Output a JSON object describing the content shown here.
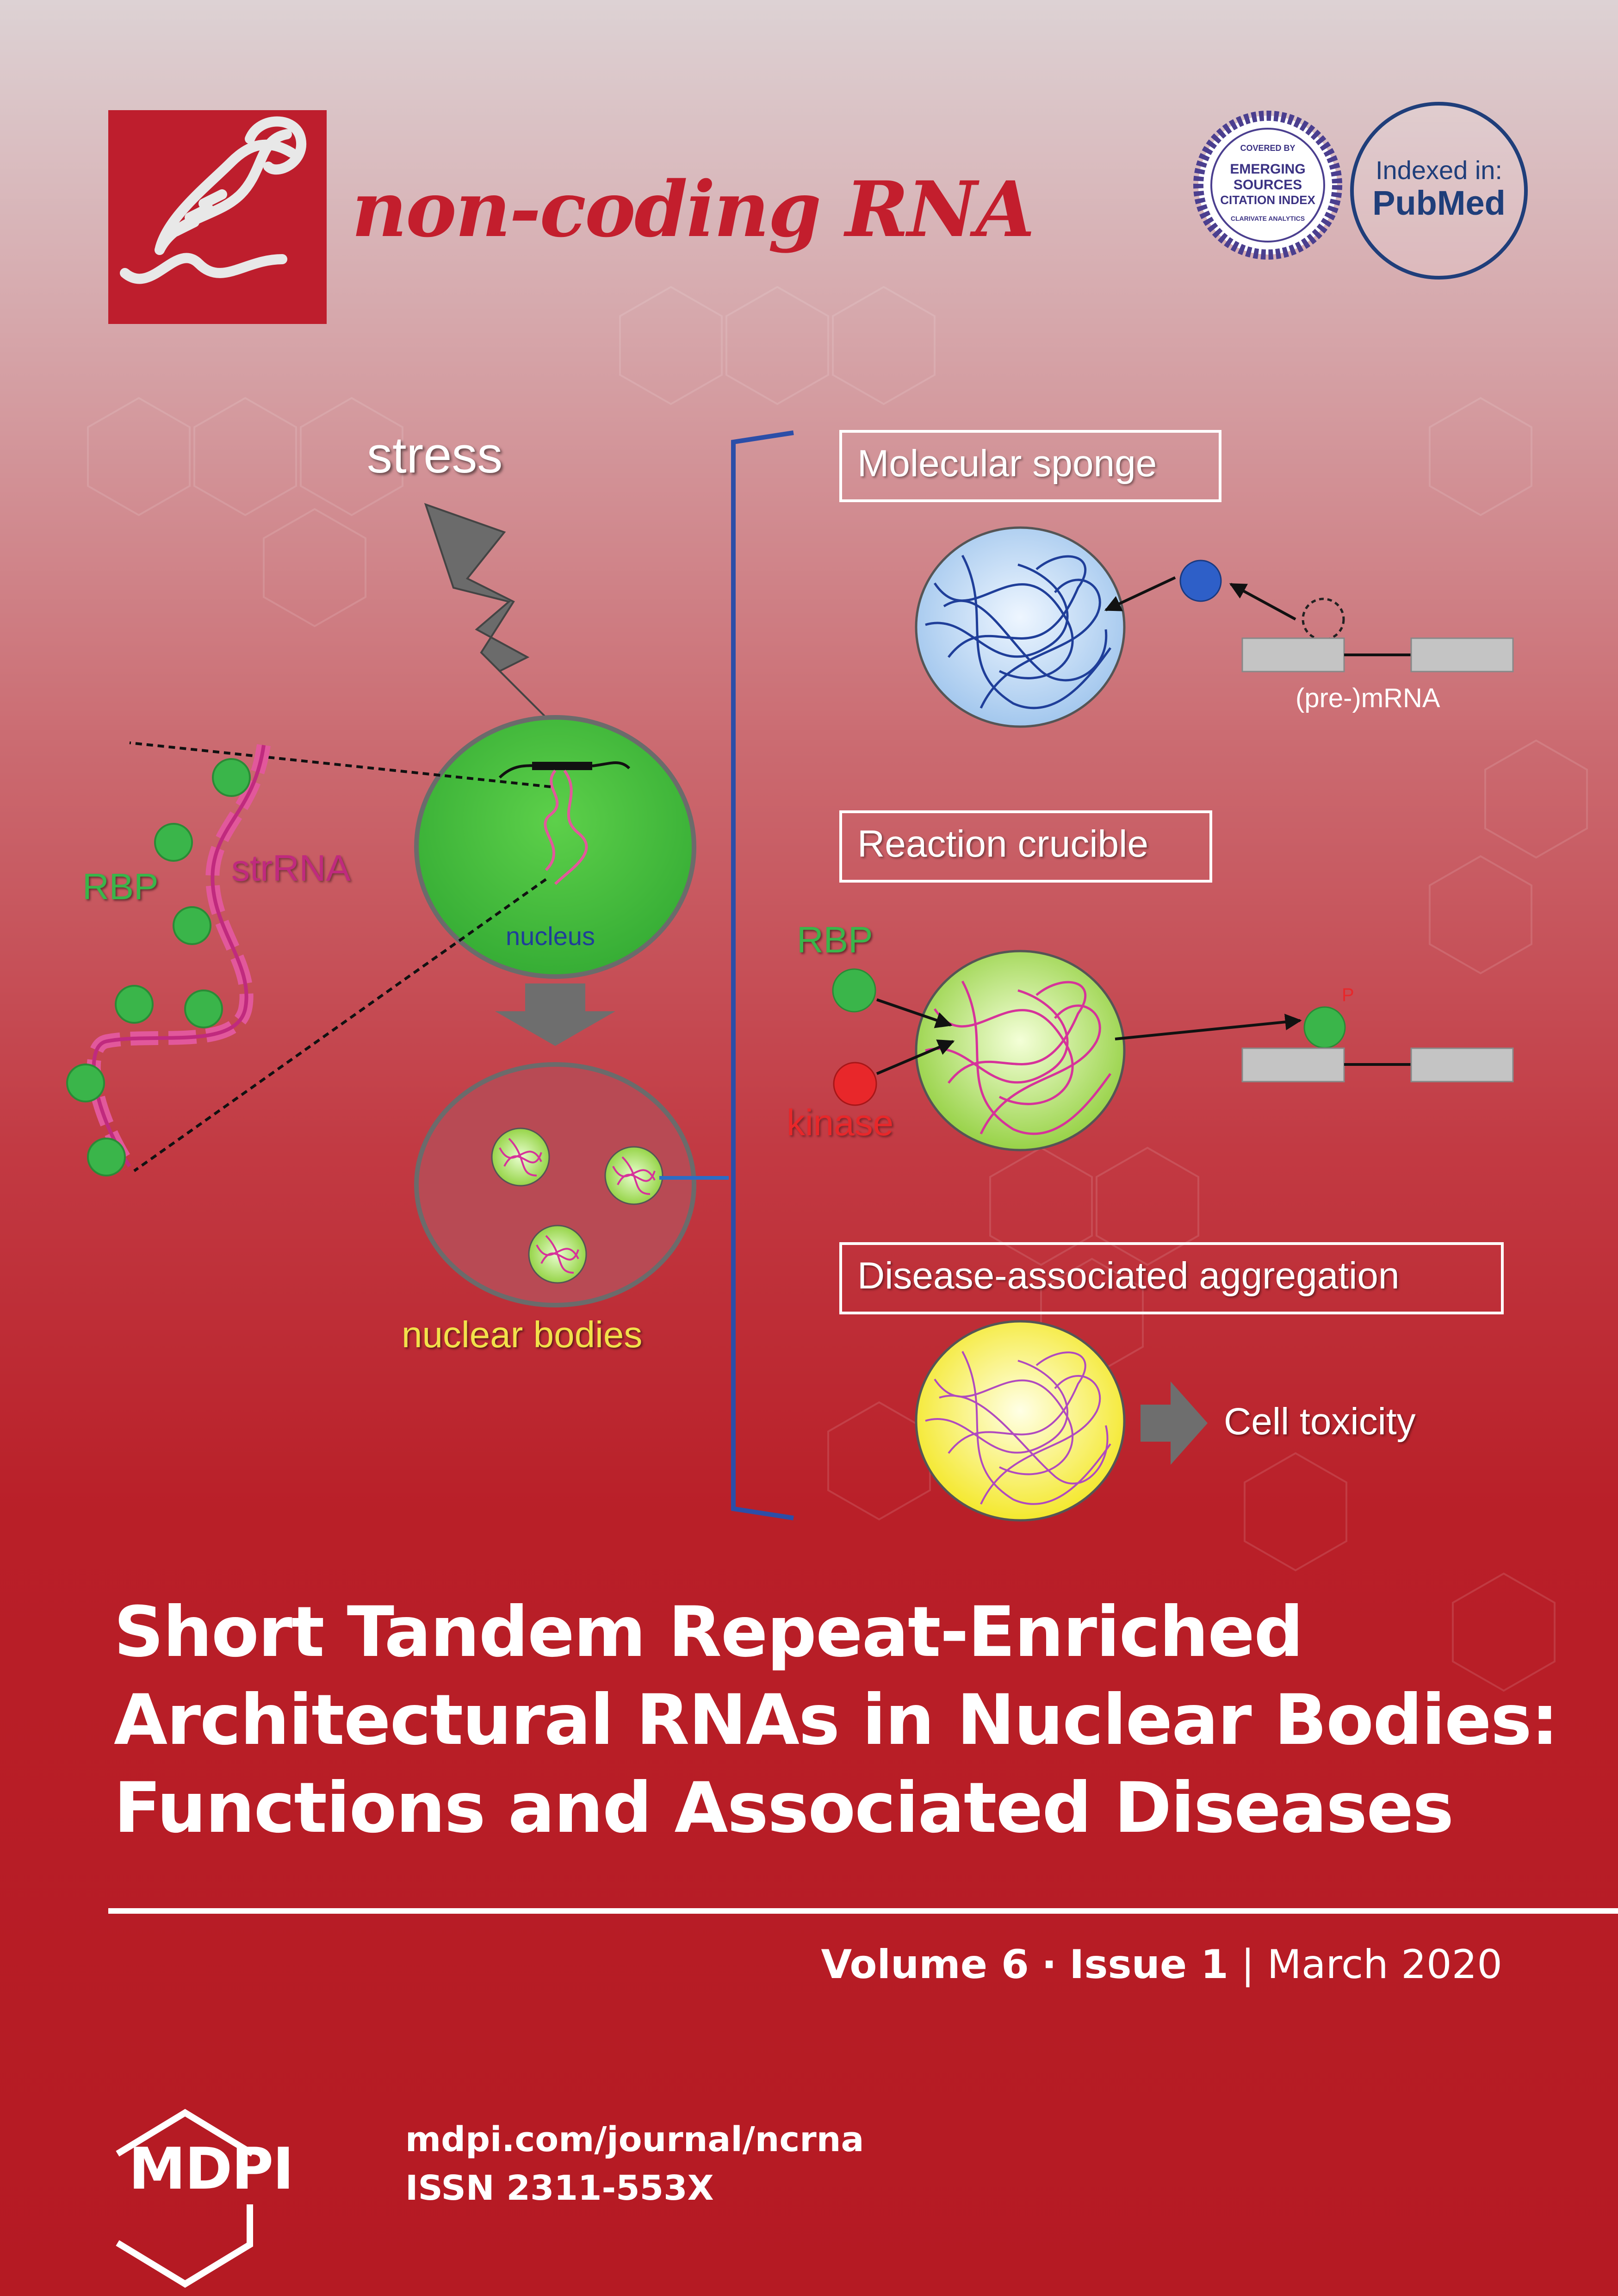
{
  "journal": {
    "name": "non-coding RNA",
    "brand_color": "#be1e2d",
    "logo_icon": "dna-helix-icon"
  },
  "badges": {
    "esci": {
      "line_top": "COVERED BY",
      "line1": "EMERGING",
      "line2": "SOURCES",
      "line3": "CITATION INDEX",
      "line_bottom": "CLARIVATE ANALYTICS"
    },
    "pubmed": {
      "line1": "Indexed in:",
      "line2": "PubMed"
    }
  },
  "figure": {
    "stress": "stress",
    "rbp": "RBP",
    "strrna": "strRNA",
    "nucleus": "nucleus",
    "nuclear_bodies": "nuclear bodies",
    "panels": {
      "sponge": {
        "title": "Molecular sponge",
        "pre_mrna": "(pre-)mRNA"
      },
      "crucible": {
        "title": "Reaction crucible",
        "rbp": "RBP",
        "kinase": "kinase",
        "phospho": "P"
      },
      "aggregation": {
        "title": "Disease-associated aggregation",
        "toxicity": "Cell toxicity"
      }
    }
  },
  "article": {
    "title_line1": "Short Tandem Repeat-Enriched",
    "title_line2": "Architectural RNAs in Nuclear Bodies:",
    "title_line3": "Functions and Associated Diseases"
  },
  "issue": {
    "volume": "Volume 6",
    "sep": "·",
    "issue": "Issue 1",
    "bar": "|",
    "date": "March 2020"
  },
  "publisher": {
    "name": "MDPI",
    "url": "mdpi.com/journal/ncrna",
    "issn": "ISSN 2311-553X"
  }
}
